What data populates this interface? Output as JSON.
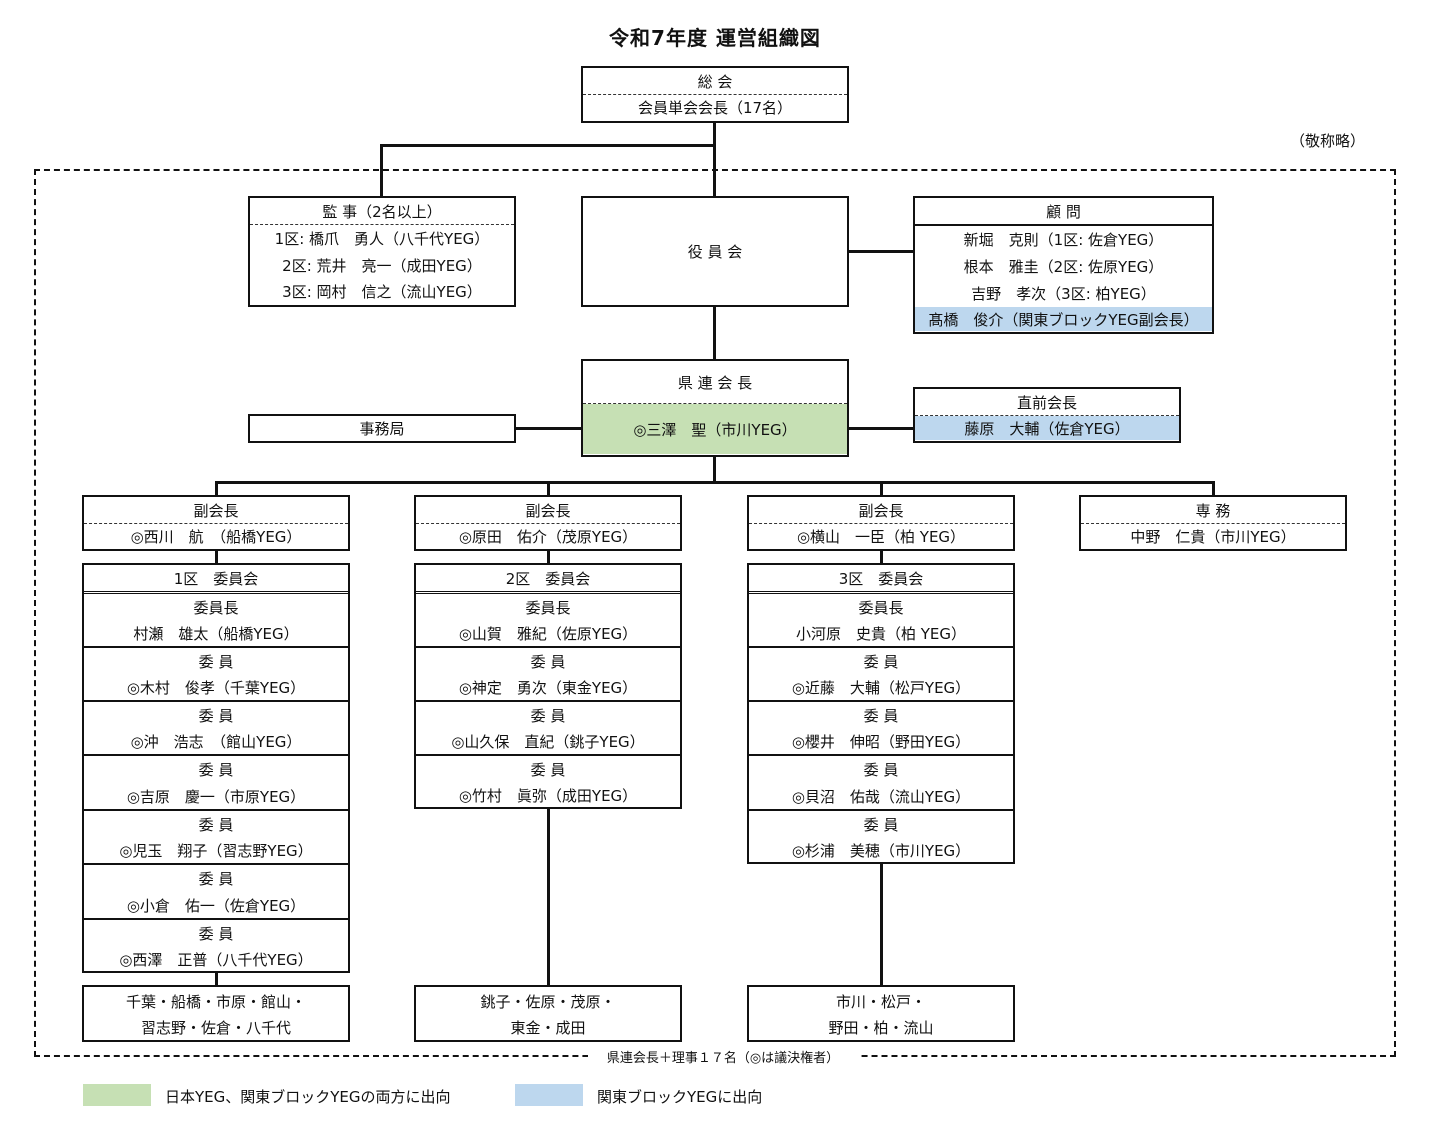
{
  "title": "令和7年度 運営組織図",
  "honorific_note": "（敬称略）",
  "general_assembly": {
    "title": "総 会",
    "members": "会員単会会長（17名）"
  },
  "auditors": {
    "title": "監 事（2名以上）",
    "members": [
      "1区: 橋爪　勇人（八千代YEG）",
      "2区: 荒井　亮一（成田YEG）",
      "3区: 岡村　信之（流山YEG）"
    ]
  },
  "board": {
    "title": "役 員 会"
  },
  "advisors": {
    "title": "顧 問",
    "members": [
      "新堀　克則（1区: 佐倉YEG）",
      "根本　雅圭（2区: 佐原YEG）",
      "吉野　孝次（3区: 柏YEG）"
    ],
    "highlighted": "髙橋　俊介（関東ブロックYEG副会長）"
  },
  "president": {
    "title": "県 連 会 長",
    "name": "◎三澤　聖（市川YEG）"
  },
  "secretariat": {
    "title": "事務局"
  },
  "past_president": {
    "title": "直前会長",
    "name": "藤原　大輔（佐倉YEG）"
  },
  "vice_presidents": [
    {
      "title": "副会長",
      "name": "◎西川　航　（船橋YEG）"
    },
    {
      "title": "副会長",
      "name": "◎原田　佑介（茂原YEG）"
    },
    {
      "title": "副会長",
      "name": "◎横山　一臣（柏 YEG）"
    }
  ],
  "managing_director": {
    "title": "専 務",
    "name": "中野　仁貴（市川YEG）"
  },
  "committees": [
    {
      "title": "1区　委員会",
      "members": [
        {
          "role": "委員長",
          "name": "村瀬　雄太（船橋YEG）"
        },
        {
          "role": "委 員",
          "name": "◎木村　俊孝（千葉YEG）"
        },
        {
          "role": "委 員",
          "name": "◎沖　浩志　（館山YEG）"
        },
        {
          "role": "委 員",
          "name": "◎吉原　慶一（市原YEG）"
        },
        {
          "role": "委 員",
          "name": "◎児玉　翔子（習志野YEG）"
        },
        {
          "role": "委 員",
          "name": "◎小倉　佑一（佐倉YEG）"
        },
        {
          "role": "委 員",
          "name": "◎西澤　正普（八千代YEG）"
        }
      ],
      "areas": [
        "千葉・船橋・市原・館山・",
        "習志野・佐倉・八千代"
      ]
    },
    {
      "title": "2区　委員会",
      "members": [
        {
          "role": "委員長",
          "name": "◎山賀　雅紀（佐原YEG）"
        },
        {
          "role": "委 員",
          "name": "◎神定　勇次（東金YEG）"
        },
        {
          "role": "委 員",
          "name": "◎山久保　直紀（銚子YEG）"
        },
        {
          "role": "委 員",
          "name": "◎竹村　眞弥（成田YEG）"
        }
      ],
      "areas": [
        "銚子・佐原・茂原・",
        "東金・成田"
      ]
    },
    {
      "title": "3区　委員会",
      "members": [
        {
          "role": "委員長",
          "name": "小河原　史貴（柏 YEG）"
        },
        {
          "role": "委 員",
          "name": "◎近藤　大輔（松戸YEG）"
        },
        {
          "role": "委 員",
          "name": "◎櫻井　伸昭（野田YEG）"
        },
        {
          "role": "委 員",
          "name": "◎貝沼　佑哉（流山YEG）"
        },
        {
          "role": "委 員",
          "name": "◎杉浦　美穂（市川YEG）"
        }
      ],
      "areas": [
        "市川・松戸・",
        "野田・柏・流山"
      ]
    }
  ],
  "bottom_note": "県連会長＋理事１７名（◎は議決権者）",
  "legend": [
    {
      "color": "#c6e0b4",
      "label": "日本YEG、関東ブロックYEGの両方に出向"
    },
    {
      "color": "#bdd7ee",
      "label": "関東ブロックYEGに出向"
    }
  ]
}
